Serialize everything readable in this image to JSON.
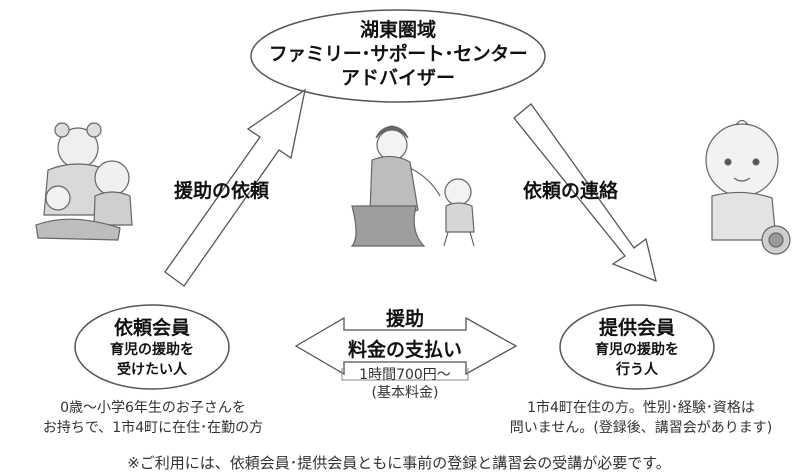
{
  "center": {
    "line1": "湖東圏域",
    "line2": "ファミリー･サポート･センター",
    "line3": "アドバイザー"
  },
  "arrows": {
    "left": "援助の依頼",
    "right": "依頼の連絡"
  },
  "requester": {
    "title": "依頼会員",
    "sub1": "育児の援助を",
    "sub2": "受けたい人",
    "desc1": "0歳～小学6年生のお子さんを",
    "desc2": "お持ちで、1市4町に在住･在勤の方"
  },
  "provider": {
    "title": "提供会員",
    "sub1": "育児の援助を",
    "sub2": "行う人",
    "desc1": "1市4町在住の方。性別･経験･資格は",
    "desc2": "問いません。(登録後、講習会があります)"
  },
  "middle": {
    "support": "援助",
    "payment": "料金の支払い",
    "rate1": "1時間700円～",
    "rate2": "(基本料金)"
  },
  "footnote": "※ご利用には、依頼会員･提供会員ともに事前の登録と講習会の受講が必要です。",
  "colors": {
    "line": "#444444",
    "background": "#ffffff"
  }
}
